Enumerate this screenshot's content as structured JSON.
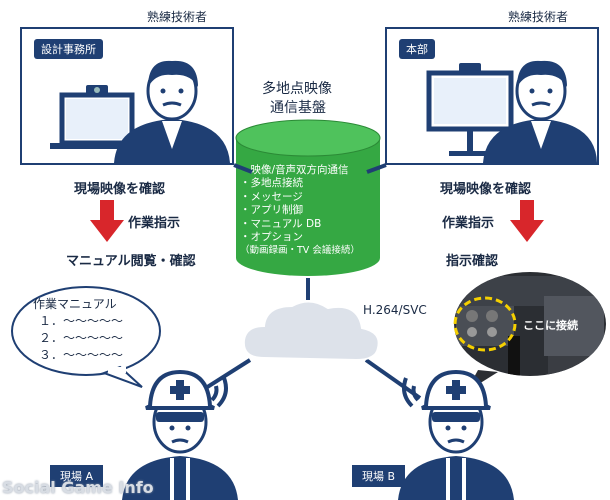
{
  "left_expert": {
    "role_label": "熟練技術者",
    "office_tag": "設計事務所",
    "action": "現場映像を確認",
    "instruction": "作業指示",
    "worker_action": "マニュアル閲覧・確認"
  },
  "right_expert": {
    "role_label": "熟練技術者",
    "office_tag": "本部",
    "action": "現場映像を確認",
    "instruction": "作業指示",
    "worker_action": "指示確認"
  },
  "platform": {
    "title_line1": "多地点映像",
    "title_line2": "通信基盤",
    "features": [
      "・映像/音声双方向通信",
      "・多地点接続",
      "・メッセージ",
      "・アプリ制御",
      "・マニュアル DB",
      "・オプション",
      "（動画録画・TV 会議接続）"
    ]
  },
  "network": {
    "codec": "H.264/SVC"
  },
  "manual_bubble": {
    "title": "作業マニュアル",
    "items": [
      "１．～～～～～",
      "２．～～～～～",
      "３．～～～～～"
    ]
  },
  "photo_bubble": {
    "label": "ここに接続"
  },
  "sites": {
    "a": "現場 A",
    "b": "現場 B"
  },
  "watermark": {
    "text": "Social Game Info"
  },
  "colors": {
    "navy": "#1f3f73",
    "green": "#35a843",
    "red": "#d8262b",
    "cloud": "#dde2ea"
  }
}
